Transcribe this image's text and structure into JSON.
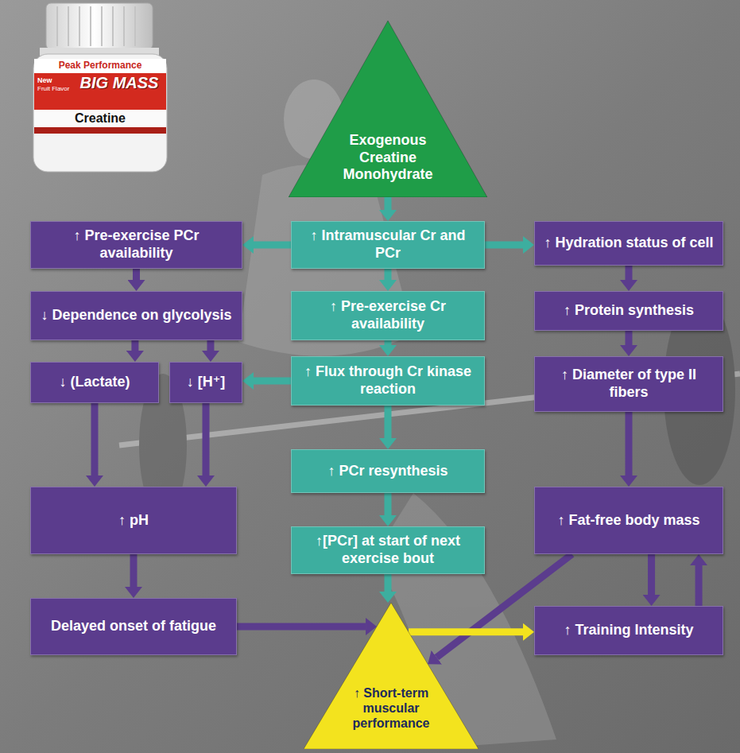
{
  "diagram": {
    "nodes": [
      {
        "text": [
          "Exogenous Creatine Monohydrate"
        ]
      },
      {
        "text": [
          "↑ Pre-exercise PCr availability"
        ]
      },
      {
        "text": [
          "↑ Intramuscular Cr and PCr"
        ]
      },
      {
        "text": [
          "↑ Hydration status of cell"
        ]
      },
      {
        "text": [
          "↓ Dependence on glycolysis"
        ]
      },
      {
        "text": [
          "↑ Pre-exercise Cr availability"
        ]
      },
      {
        "text": [
          "↑ Protein synthesis"
        ]
      },
      {
        "text": [
          "↓ (Lactate)"
        ]
      },
      {
        "text": [
          "↓ [H⁺]"
        ]
      },
      {
        "text": [
          "↑ Flux through Cr kinase reaction"
        ]
      },
      {
        "text": [
          "↑ Diameter of type II fibers"
        ]
      },
      {
        "text": [
          "↑ PCr resynthesis"
        ]
      },
      {
        "text": [
          "↑ pH"
        ]
      },
      {
        "text": [
          "↑ Fat-free body mass"
        ]
      },
      {
        "text": [
          "↑[PCr] at start of next exercise bout"
        ]
      },
      {
        "text": [
          "Delayed onset of fatigue"
        ]
      },
      {
        "text": [
          "↑ Training Intensity"
        ]
      },
      {
        "text": [
          "↑ Short-term muscular performance"
        ]
      }
    ],
    "edges": [
      {
        "from": 0,
        "to": 2,
        "arrow": "to"
      },
      {
        "from": 2,
        "to": 1,
        "arrow": "to"
      },
      {
        "from": 2,
        "to": 3,
        "arrow": "to"
      },
      {
        "from": 2,
        "to": 5,
        "arrow": "to"
      },
      {
        "from": 1,
        "to": 4,
        "arrow": "to"
      },
      {
        "from": 4,
        "to": 7,
        "arrow": "to"
      },
      {
        "from": 4,
        "to": 8,
        "arrow": "to"
      },
      {
        "from": 9,
        "to": 8,
        "arrow": "to"
      },
      {
        "from": 5,
        "to": 9,
        "arrow": "to"
      },
      {
        "from": 9,
        "to": 11,
        "arrow": "to"
      },
      {
        "from": 11,
        "to": 14,
        "arrow": "to"
      },
      {
        "from": 14,
        "to": 17,
        "arrow": "to"
      },
      {
        "from": 7,
        "to": 12,
        "arrow": "to"
      },
      {
        "from": 8,
        "to": 12,
        "arrow": "to"
      },
      {
        "from": 12,
        "to": 15,
        "arrow": "to"
      },
      {
        "from": 15,
        "to": 17,
        "arrow": "to"
      },
      {
        "from": 3,
        "to": 6,
        "arrow": "to"
      },
      {
        "from": 6,
        "to": 10,
        "arrow": "to"
      },
      {
        "from": 10,
        "to": 13,
        "arrow": "to"
      },
      {
        "from": 13,
        "to": 17,
        "arrow": "to"
      },
      {
        "from": 13,
        "to": 16,
        "arrow": "to"
      },
      {
        "from": 16,
        "to": 13,
        "arrow": "to"
      },
      {
        "from": 17,
        "to": 16,
        "arrow": "to"
      }
    ],
    "labels": [
      "Peak Performance",
      "New",
      "Fruit Flavor",
      "BIG MASS",
      "Creatine"
    ]
  }
}
